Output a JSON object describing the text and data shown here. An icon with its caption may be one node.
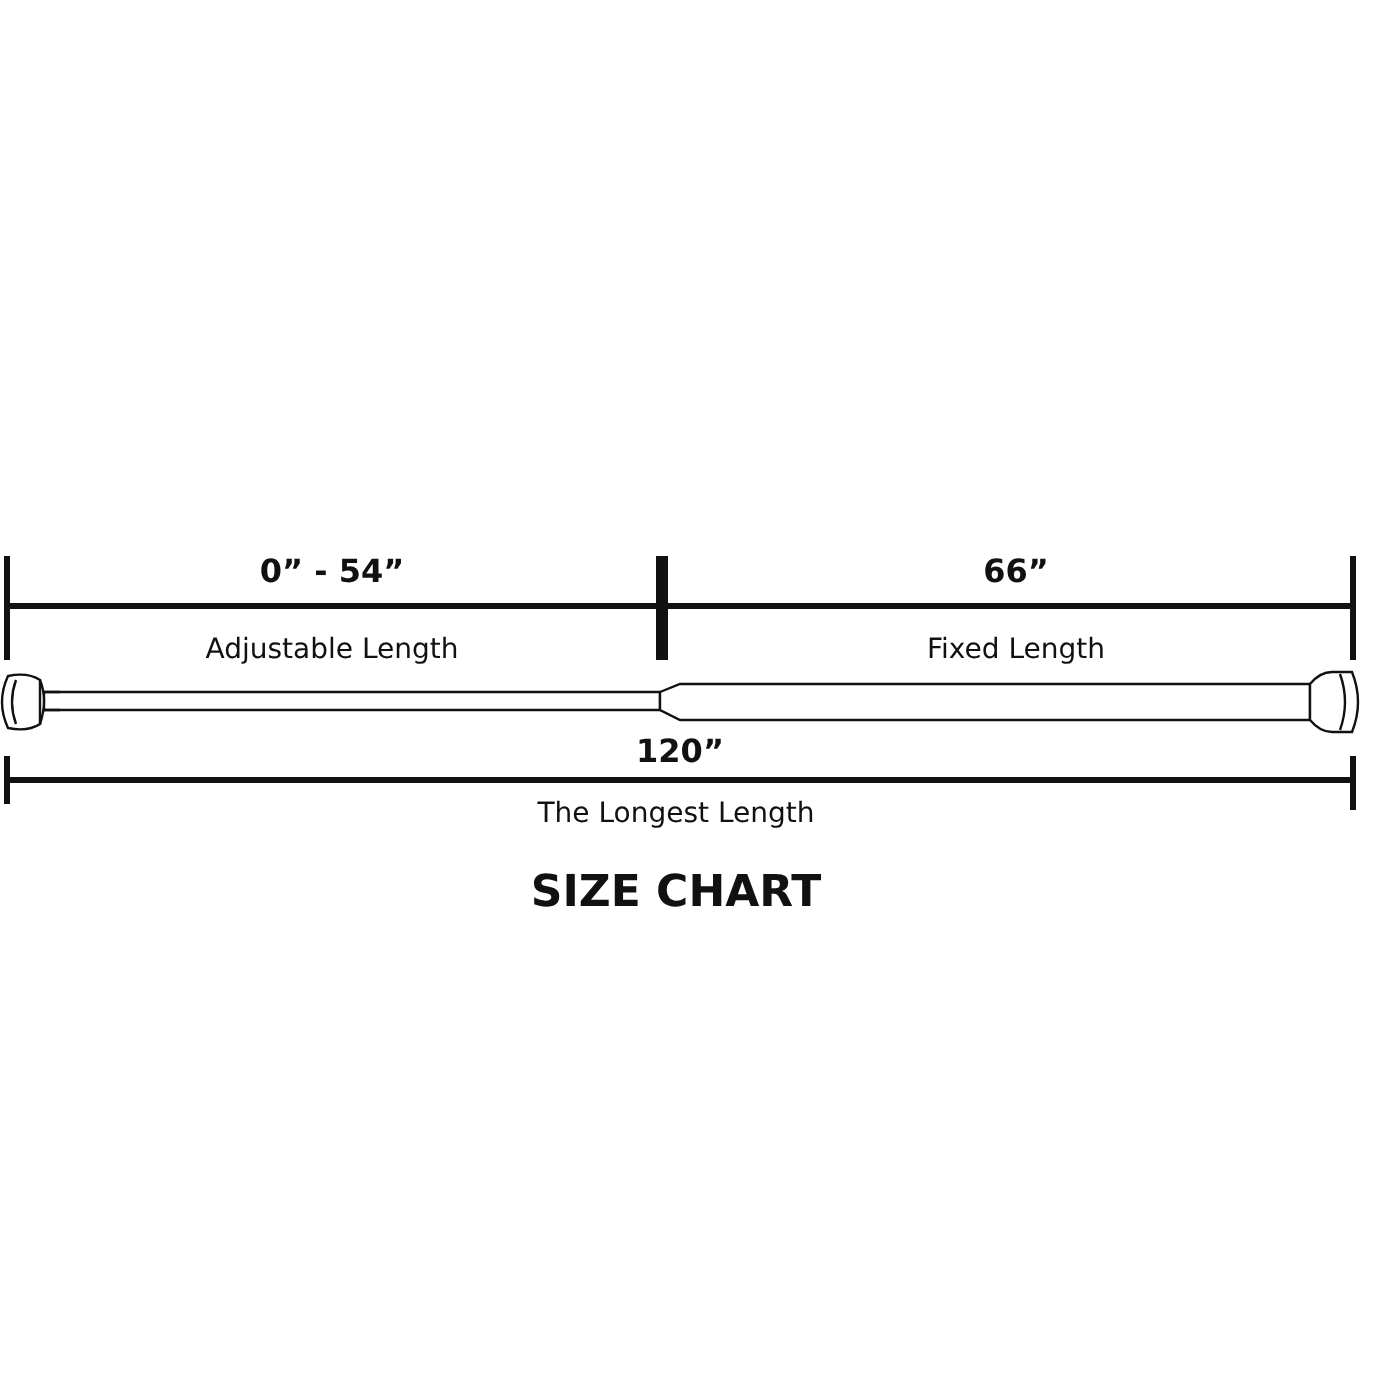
{
  "diagram": {
    "caption": "SIZE CHART",
    "labels": [
      "0” - 54”",
      "66”",
      "Adjustable Length",
      "Fixed Length",
      "120”",
      "The Longest Length"
    ]
  }
}
